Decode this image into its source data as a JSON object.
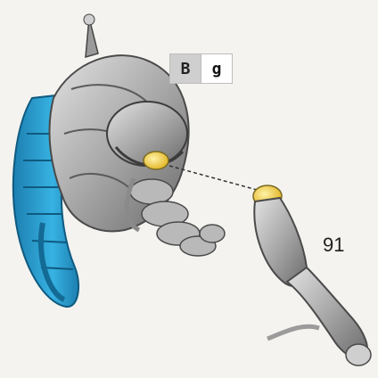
{
  "badge": {
    "code": "B",
    "mark": "g"
  },
  "part_number": "91",
  "colors": {
    "background": "#f4f3ef",
    "metal": "#b3b3b3",
    "metal_dark": "#6e6e6e",
    "accent_blue": "#2a9fd0",
    "highlight_yellow": "#f3d24a"
  },
  "icons": {
    "assembly": "helmet-assembly-illustration",
    "arm_part": "arm-part-illustration",
    "connector": "dashed-assembly-line"
  }
}
